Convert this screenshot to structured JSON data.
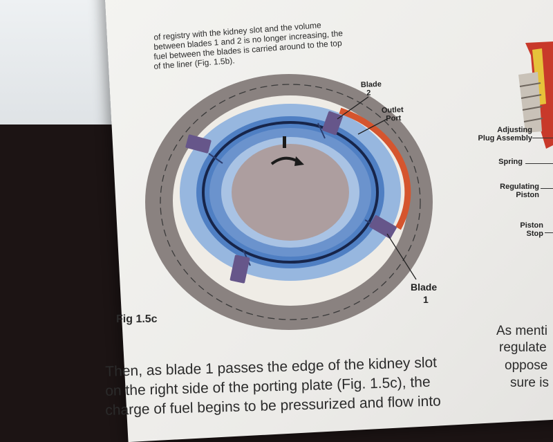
{
  "intro_lines": [
    "of registry with the kidney slot and the volume",
    "between blades 1 and 2 is no longer increasing, the",
    "fuel between the blades is carried around to the top",
    "of the liner (Fig. 1.5b)."
  ],
  "figure": {
    "label": "Fig 1.5c",
    "callouts": {
      "blade2": [
        "Blade",
        "2"
      ],
      "outlet": [
        "Outlet",
        "Port"
      ],
      "blade1": [
        "Blade",
        "1"
      ]
    }
  },
  "right_labels": [
    [
      "Adjusting",
      "Plug Assembly"
    ],
    [
      "Spring"
    ],
    [
      "Regulating",
      "Piston"
    ],
    [
      "Piston",
      "Stop"
    ]
  ],
  "right_text": [
    "As menti",
    "regulate",
    "oppose",
    "sure is"
  ],
  "bottom_lines": [
    "Then, as blade 1 passes the edge of the kidney slot",
    "on the right side of the porting plate (Fig. 1.5c), the",
    "charge of fuel begins to be pressurized and flow into"
  ],
  "colors": {
    "outer_ring": "#8a8280",
    "cream_ring": "#efece6",
    "light_blue": "#97b7df",
    "mid_blue": "#4f7fc3",
    "navy": "#17254a",
    "core": "#ad9e9f",
    "blade": "#66568a",
    "outlet": "#d5552e"
  }
}
